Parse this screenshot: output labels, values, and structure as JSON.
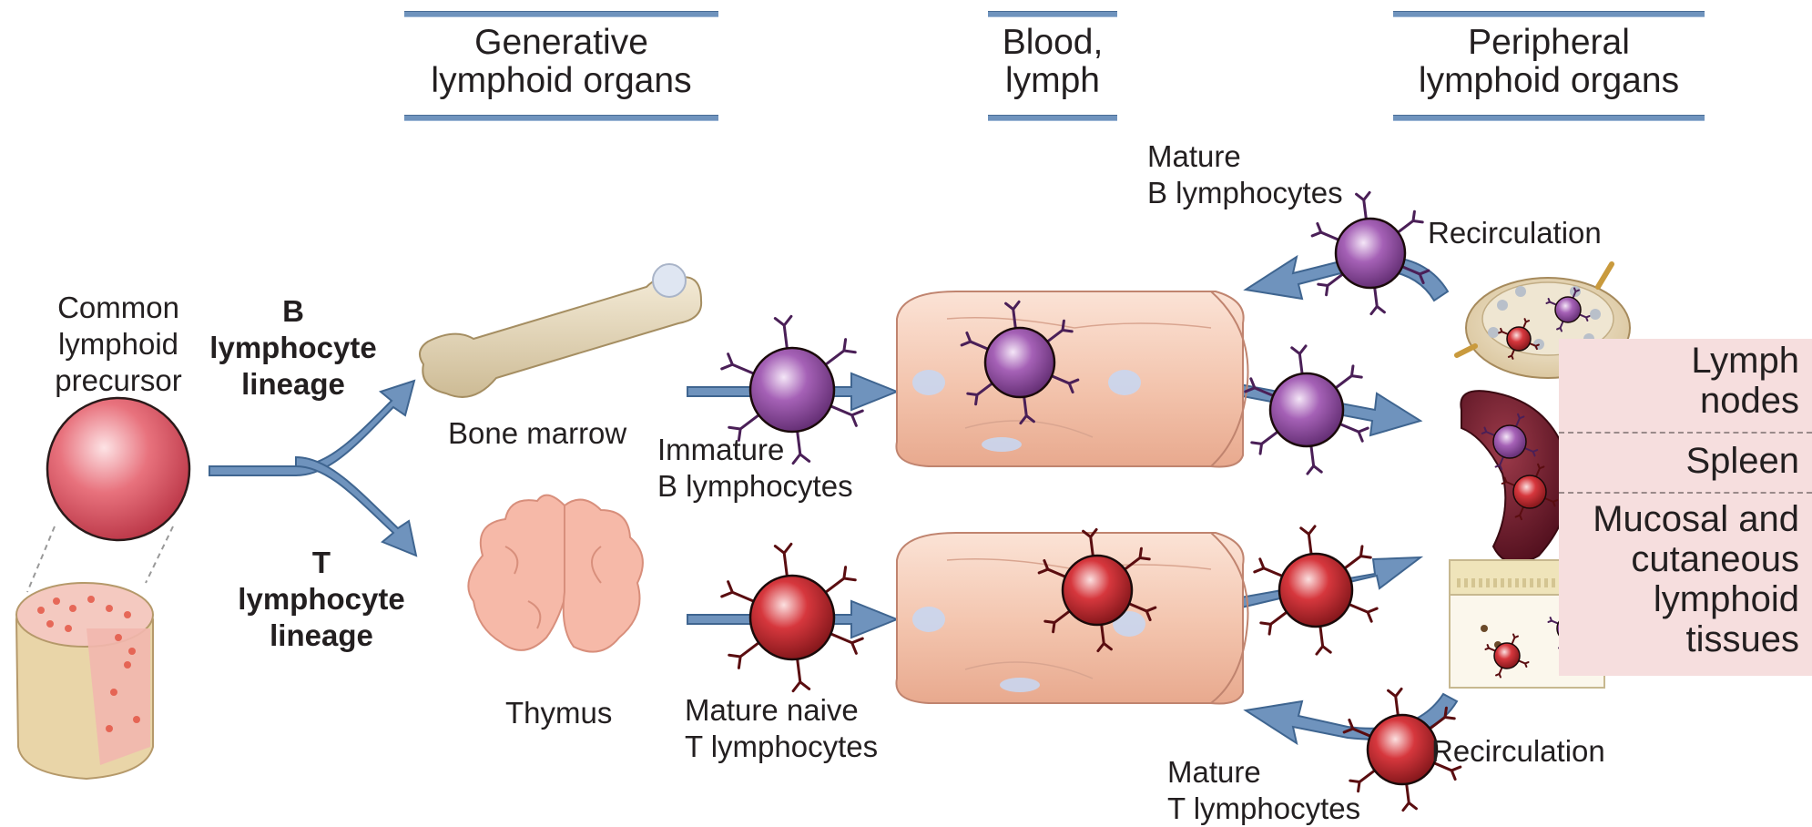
{
  "headers": {
    "generative": "Generative\nlymphoid organs",
    "blood": "Blood,\nlymph",
    "peripheral": "Peripheral\nlymphoid organs"
  },
  "labels": {
    "precursor": "Common\nlymphoid\nprecursor",
    "b_lineage": "B\nlymphocyte\nlineage",
    "t_lineage": "T\nlymphocyte\nlineage",
    "bone_marrow": "Bone marrow",
    "thymus": "Thymus",
    "immature_b": "Immature\nB lymphocytes",
    "mature_naive_t": "Mature naive\nT lymphocytes",
    "mature_b": "Mature\nB lymphocytes",
    "mature_t": "Mature\nT lymphocytes",
    "recirc_top": "Recirculation",
    "recirc_bottom": "Recirculation"
  },
  "organs": {
    "lymph_nodes": "Lymph\nnodes",
    "spleen": "Spleen",
    "mucosal": "Mucosal and\ncutaneous\nlymphoid\ntissues"
  },
  "colors": {
    "arrow": "#6f93bd",
    "b_cell": "#8e4a9f",
    "t_cell": "#c8282e",
    "precursor": "#e0606e",
    "vessel": "#f3c9b3",
    "organ_panel": "#f6dede"
  }
}
